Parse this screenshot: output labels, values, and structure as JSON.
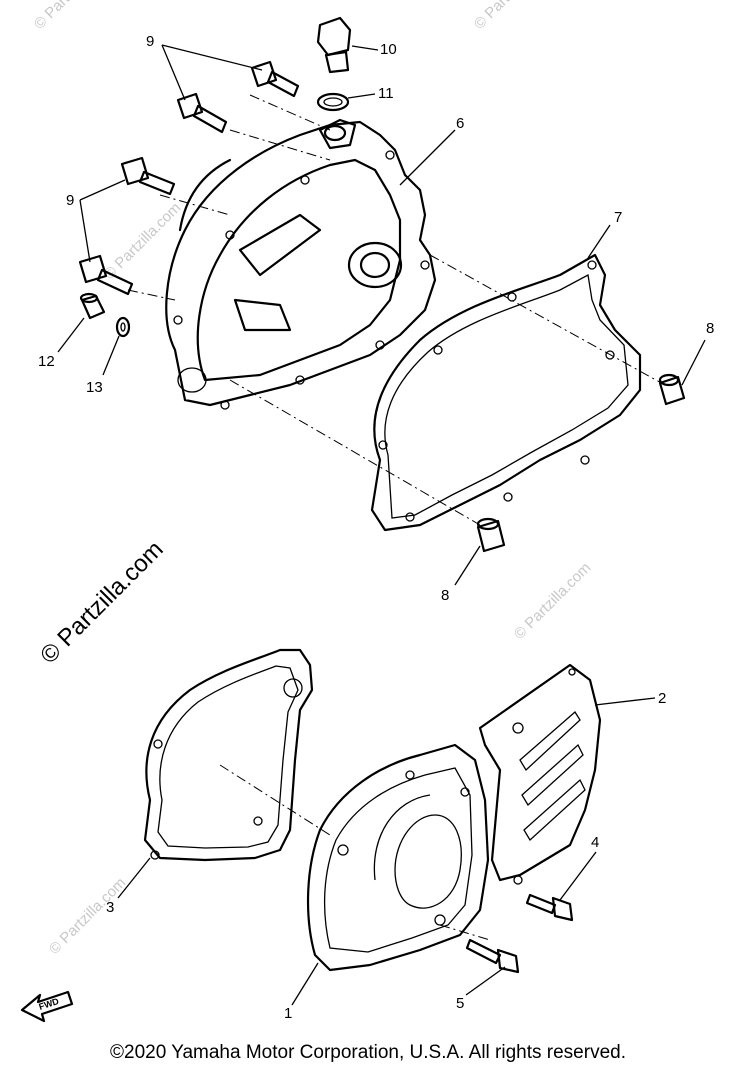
{
  "watermarks": {
    "main": "© Partzilla.com",
    "small": "© Partzilla.com"
  },
  "callouts": {
    "c1": "1",
    "c2": "2",
    "c3": "3",
    "c4": "4",
    "c5": "5",
    "c6": "6",
    "c7": "7",
    "c8a": "8",
    "c8b": "8",
    "c9a": "9",
    "c9b": "9",
    "c10": "10",
    "c11": "11",
    "c12": "12",
    "c13": "13"
  },
  "fwd_label": "FWD",
  "copyright": "©2020 Yamaha Motor Corporation, U.S.A. All rights reserved."
}
